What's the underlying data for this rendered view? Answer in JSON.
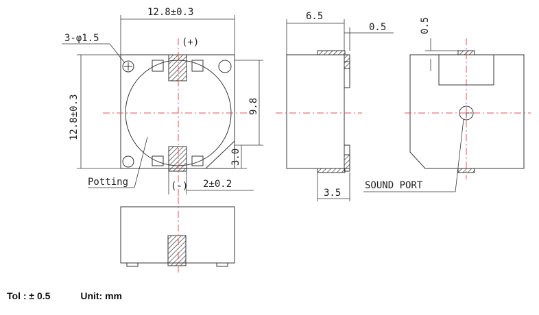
{
  "labels": {
    "width_top": "12.8±0.3",
    "holes": "3-φ1.5",
    "plus": "(+)",
    "minus": "(-)",
    "height_left": "12.8±0.3",
    "dim_98": "9.8",
    "dim_30": "3.0",
    "pin_pitch": "2±0.2",
    "potting": "Potting",
    "side_width": "6.5",
    "side_small": "0.5",
    "side_bottom": "3.5",
    "right_top": "0.5",
    "sound_port": "SOUND PORT"
  },
  "footer": {
    "tolerance": "Tol : ± 0.5",
    "unit": "Unit: mm"
  },
  "colors": {
    "line": "#333333",
    "center_line": "#e0505a",
    "hatch": "#333333"
  }
}
